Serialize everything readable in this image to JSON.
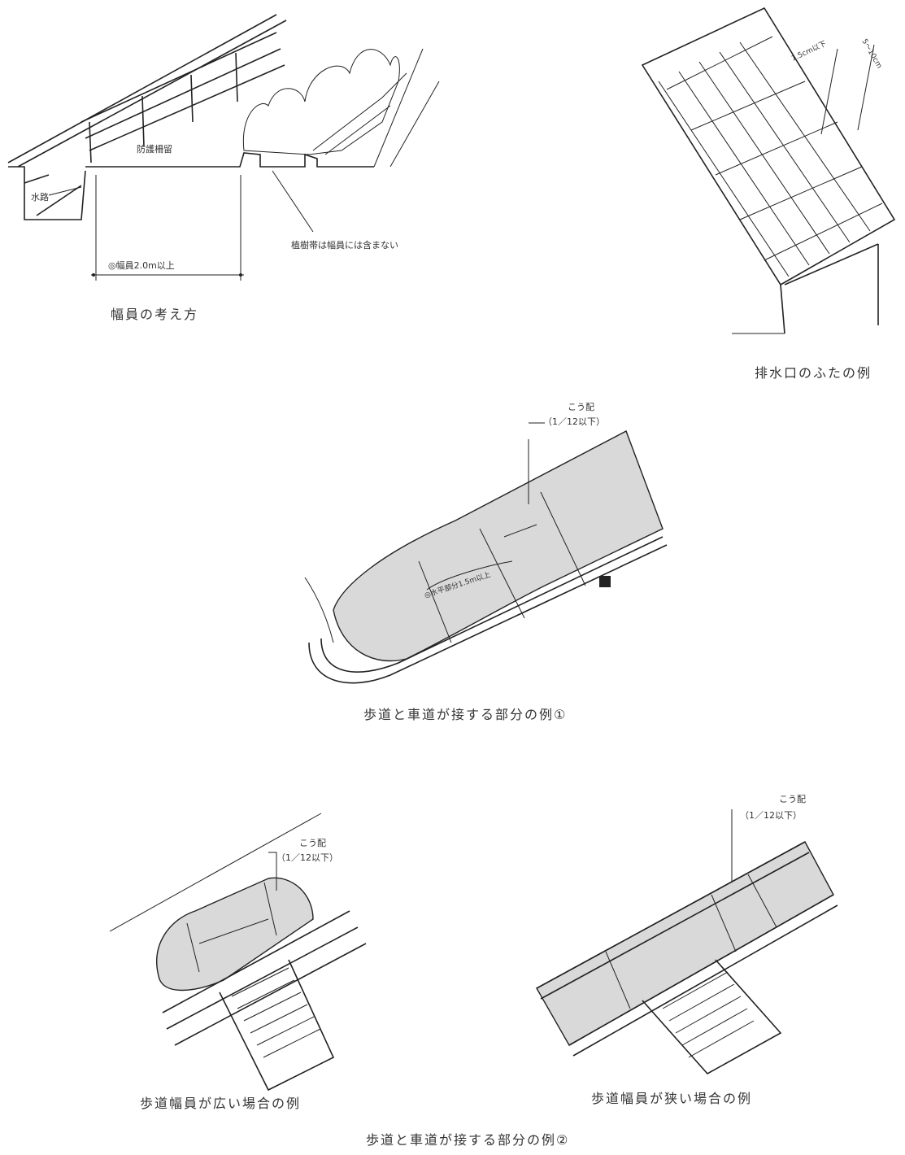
{
  "figure1": {
    "caption": "幅員の考え方",
    "label_waterway": "水路",
    "label_guardrail": "防護柵留",
    "label_width": "◎幅員2.0m以上",
    "label_planting": "植樹帯は幅員には含まない"
  },
  "figure2": {
    "caption": "排水口のふたの例",
    "label_gap": "1.5cm以下",
    "label_spacing": "5～10cm"
  },
  "figure3": {
    "caption": "歩道と車道が接する部分の例①",
    "label_slope": "こう配",
    "label_slope_ratio": "（1／12以下）",
    "label_level": "◎水平部分1.5m以上"
  },
  "figure4": {
    "caption": "歩道幅員が広い場合の例",
    "label_slope": "こう配",
    "label_slope_ratio": "（1／12以下）"
  },
  "figure5": {
    "caption": "歩道幅員が狭い場合の例",
    "label_slope": "こう配",
    "label_slope_ratio": "（1／12以下）"
  },
  "group_caption": "歩道と車道が接する部分の例②"
}
